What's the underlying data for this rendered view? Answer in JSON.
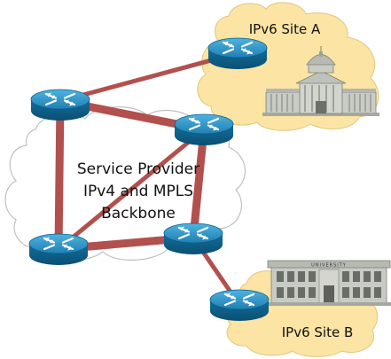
{
  "labels": {
    "site_a": "IPv6 Site A",
    "site_b": "IPv6 Site B",
    "backbone_line1": "Service Provider",
    "backbone_line2": "IPv4 and MPLS",
    "backbone_line3": "Backbone",
    "university_sign": "UNIVERSITY"
  },
  "colors": {
    "link": "#b2504e",
    "router_top": "#2a8fc0",
    "router_side": "#0e6a95",
    "site_cloud": "#fbe4a4",
    "backbone_cloud_stroke": "#c0c0c0",
    "building": "#c8cbc3"
  },
  "icons": {
    "router": "router-icon",
    "capitol": "capitol-building-icon",
    "university": "university-building-icon"
  }
}
